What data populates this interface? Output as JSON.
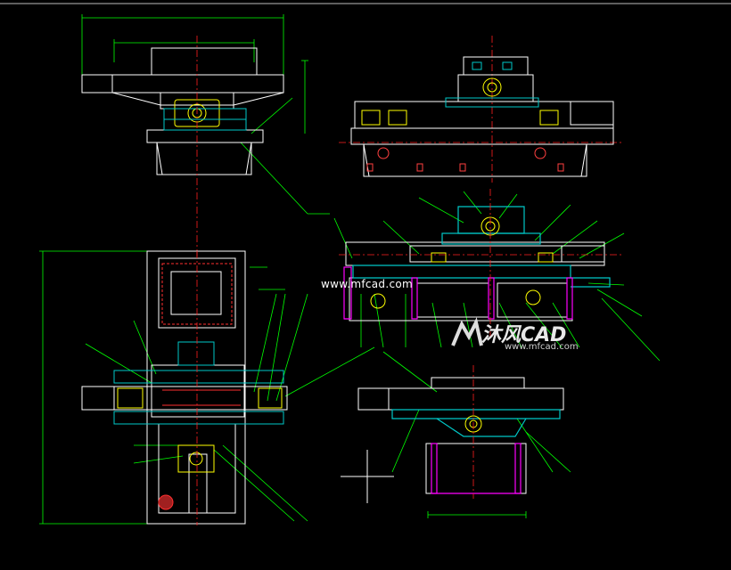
{
  "drawing": {
    "background": "#000000",
    "colors": {
      "outline": "#ffffff",
      "dimension": "#00ff00",
      "center": "#ff2020",
      "section": "#00c8c8",
      "hatch": "#ff00ff",
      "yellow": "#ffff00"
    }
  },
  "watermark": {
    "url": "www.mfcad.com",
    "brand": "沐风CAD",
    "url_small": "www.mfcad.com"
  }
}
